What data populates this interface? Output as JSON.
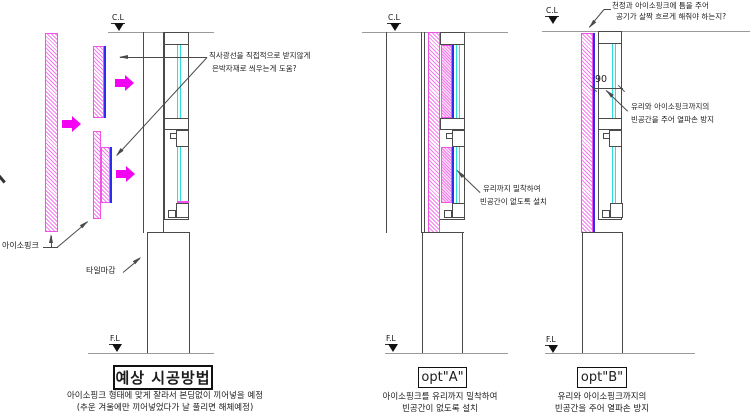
{
  "markers": {
    "cl": "C.L",
    "fl": "F.L"
  },
  "left": {
    "title": "예상 시공방법",
    "caption1": "아이소핑크 형태에 맞게 잘라서 본딩없이 끼어넣을 예정",
    "caption2": "(추운 겨울에만 끼어넣었다가 날 풀리면 해체예정)",
    "label_isopink": "아이소핑크",
    "label_tile": "타일마감",
    "note1": "직사광선을 직접적으로 받지않게",
    "note2": "은박자재로 씌우는게 도움?"
  },
  "optA": {
    "title": "opt\"A\"",
    "caption1": "아이소핑크를 유리까지 밀착하여",
    "caption2": "빈공간이 없도록 설치",
    "note1": "유리까지 밀착하여",
    "note2": "빈공간이 없도록 설치"
  },
  "optB": {
    "title": "opt\"B\"",
    "caption1": "유리와 아이소핑크까지의",
    "caption2": "빈공간을 주어 열파손 방지",
    "note_top1": "천정과 아이소핑크에 틈을 주어",
    "note_top2": "공기가 살짝 흐르게 해줘야 하는지?",
    "note_mid1": "유리와 아이소핑크까지의",
    "note_mid2": "빈공간을 주어 열파손 방지",
    "dim": "90"
  },
  "colors": {
    "isopink_hatch": "#f57bee",
    "isopink_border": "#ee55e6",
    "isopink_dense_bg": "#fbdef8",
    "foil_blue": "#2d2df2",
    "glass_cyan": "#2edede",
    "arrow_magenta": "#f203f2",
    "line_dark": "#4a4a4a",
    "line_light": "#9a9a9a",
    "text": "#1c1c1c"
  }
}
